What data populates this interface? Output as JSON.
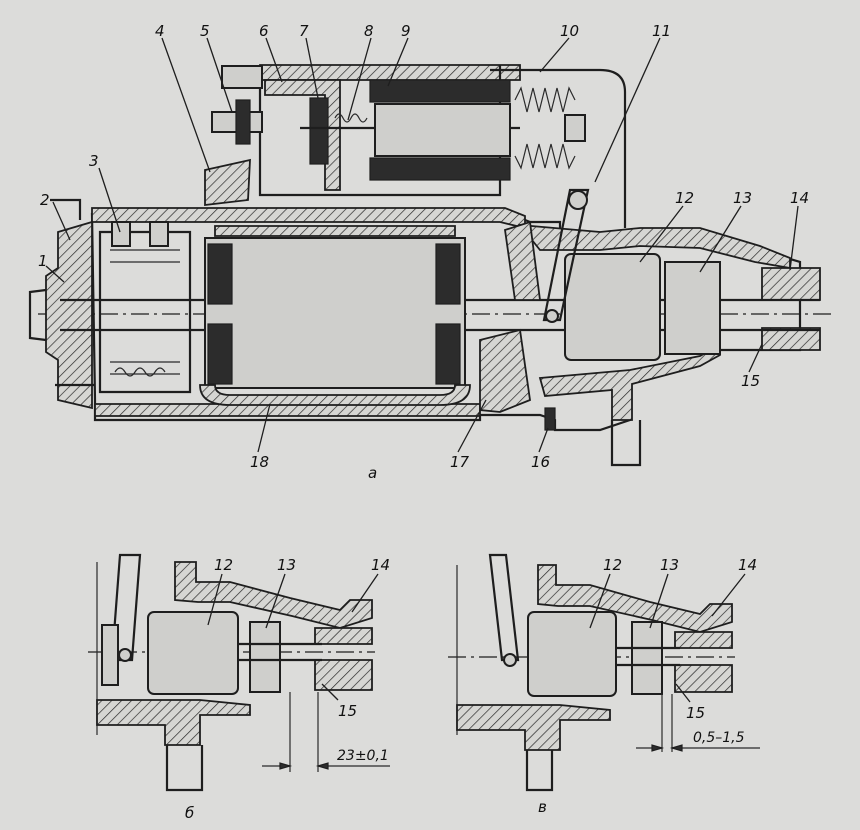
{
  "figure_a": {
    "sublabel": "а",
    "callouts": [
      "1",
      "2",
      "3",
      "4",
      "5",
      "6",
      "7",
      "8",
      "9",
      "10",
      "11",
      "12",
      "13",
      "14",
      "15",
      "16",
      "17",
      "18"
    ]
  },
  "figure_b": {
    "sublabel": "б",
    "callouts": [
      "12",
      "13",
      "14",
      "15"
    ],
    "dimension": "23±0,1"
  },
  "figure_c": {
    "sublabel": "в",
    "callouts": [
      "12",
      "13",
      "14",
      "15"
    ],
    "dimension": "0,5–1,5"
  }
}
